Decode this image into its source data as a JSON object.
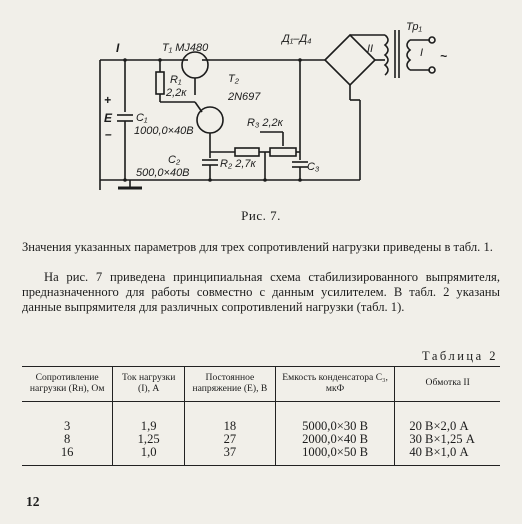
{
  "schematic": {
    "labels": {
      "current": "I",
      "t1": "T₁ MJ480",
      "t2_name": "T₂",
      "t2_model": "2N697",
      "r1_name": "R₁",
      "r1_value": "2,2к",
      "c1_name": "C₁",
      "c1_value": "1000,0×40В",
      "c2_name": "C₂",
      "c2_value": "500,0×40В",
      "r2": "R₂ 2,7к",
      "r3": "R₃ 2,2к",
      "c3": "C₃",
      "diodes": "Д₁–Д₄",
      "transformer": "Тр₁",
      "winding_2": "II",
      "winding_1": "I",
      "voltage": "E",
      "plus": "+",
      "minus": "–",
      "ac": "~"
    }
  },
  "caption": "Рис. 7.",
  "para1": "Значения указанных параметров для трех сопротивлений нагрузки приведены в табл. 1.",
  "para2": "На рис. 7 приведена принципиальная схема стабилизированного выпрямителя, предназначенного для работы совместно с данным усилителем. В табл. 2 указаны данные выпрямителя для различных сопротивлений нагрузки (табл. 1).",
  "table_title": "Таблица 2",
  "table": {
    "headers": [
      "Сопротивление нагрузки (Rн), Ом",
      "Ток нагрузки (I), А",
      "Постоянное напряжение (E), В",
      "Емкость конденсатора C₃, мкФ",
      "Обмотка II"
    ],
    "rows": [
      [
        "3",
        "1,9",
        "18",
        "5000,0×30 В",
        "20 В×2,0 А"
      ],
      [
        "8",
        "1,25",
        "27",
        "2000,0×40 В",
        "30 В×1,25 А"
      ],
      [
        "16",
        "1,0",
        "37",
        "1000,0×50 В",
        "40 В×1,0 А"
      ]
    ]
  },
  "page_number": "12"
}
